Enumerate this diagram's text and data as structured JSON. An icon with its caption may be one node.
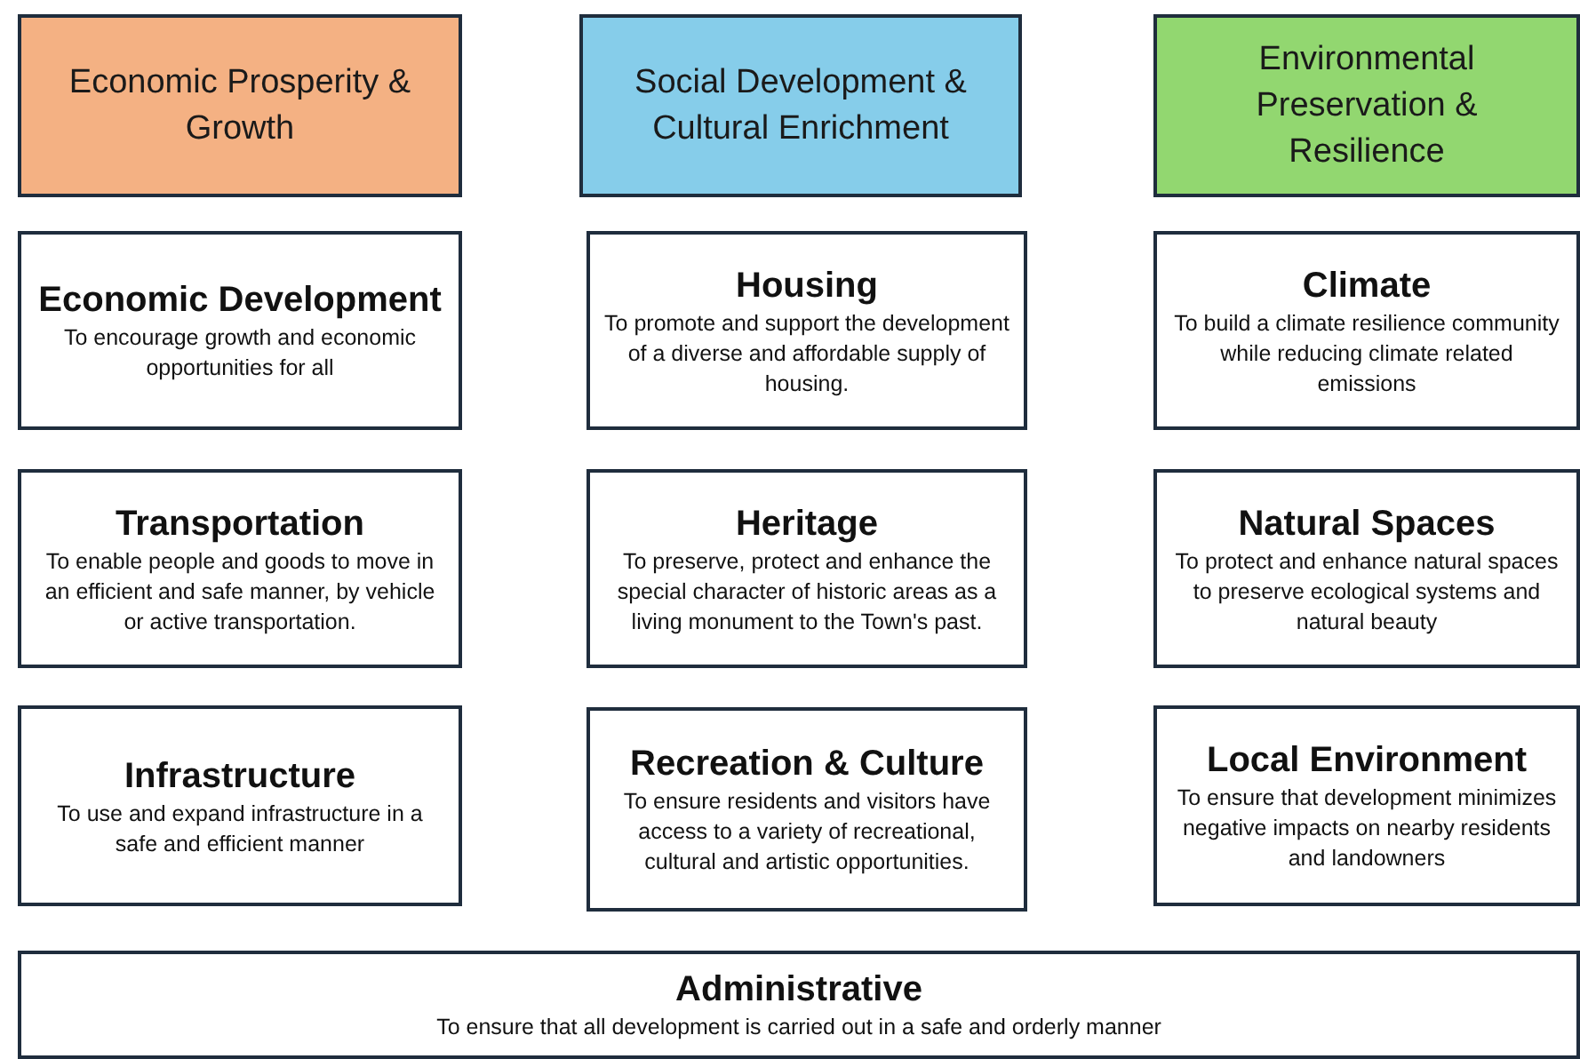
{
  "diagram": {
    "nodes": [
      {
        "text": [
          "Economic Prosperity & Growth"
        ]
      },
      {
        "text": [
          "Social Development & Cultural Enrichment"
        ]
      },
      {
        "text": [
          "Environmental Preservation & Resilience"
        ]
      },
      {
        "text": [
          "Economic Development",
          "To encourage growth and economic opportunities for all"
        ]
      },
      {
        "text": [
          "Housing",
          "To promote and support the development of a diverse and affordable supply of housing."
        ]
      },
      {
        "text": [
          "Climate",
          "To build a climate resilience community while reducing climate related emissions"
        ]
      },
      {
        "text": [
          "Transportation",
          "To enable people and goods to move in an efficient and safe manner, by vehicle or active transportation."
        ]
      },
      {
        "text": [
          "Heritage",
          "To preserve, protect and enhance the special character of historic areas as a living monument to the Town's past."
        ]
      },
      {
        "text": [
          "Natural Spaces",
          "To protect and enhance natural spaces to preserve ecological systems and natural beauty"
        ]
      },
      {
        "text": [
          "Infrastructure",
          "To use and expand infrastructure in a safe and efficient manner"
        ]
      },
      {
        "text": [
          "Recreation & Culture",
          "To ensure residents and visitors have access to a variety of recreational, cultural and artistic opportunities."
        ]
      },
      {
        "text": [
          "Local Environment",
          "To ensure that development minimizes negative impacts on nearby residents and landowners"
        ]
      },
      {
        "text": [
          "Administrative",
          "To ensure that all development is carried out in a safe and orderly manner"
        ]
      }
    ]
  }
}
